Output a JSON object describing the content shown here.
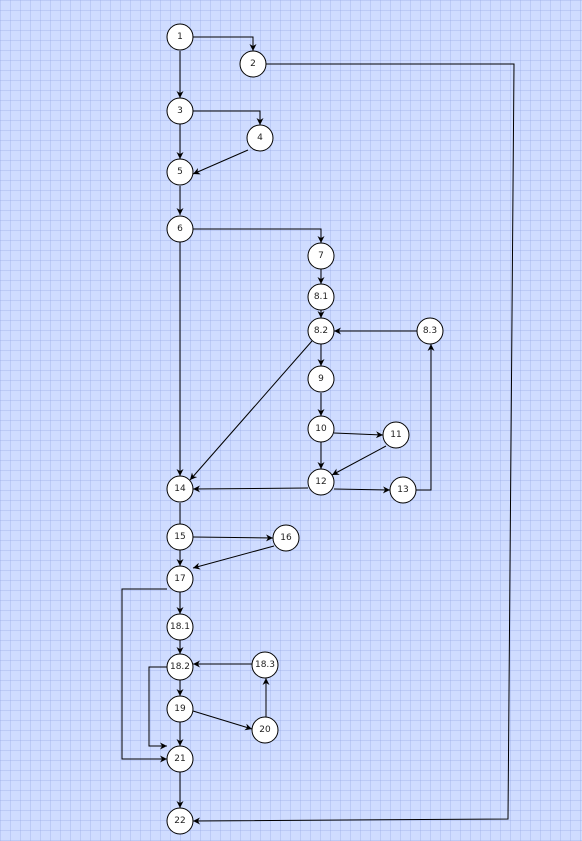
{
  "diagram": {
    "nodes": [
      {
        "id": "n1",
        "label": "1"
      },
      {
        "id": "n2",
        "label": "2"
      },
      {
        "id": "n3",
        "label": "3"
      },
      {
        "id": "n4",
        "label": "4"
      },
      {
        "id": "n5",
        "label": "5"
      },
      {
        "id": "n6",
        "label": "6"
      },
      {
        "id": "n7",
        "label": "7"
      },
      {
        "id": "n8_1",
        "label": "8.1"
      },
      {
        "id": "n8_2",
        "label": "8.2"
      },
      {
        "id": "n8_3",
        "label": "8.3"
      },
      {
        "id": "n9",
        "label": "9"
      },
      {
        "id": "n10",
        "label": "10"
      },
      {
        "id": "n11",
        "label": "11"
      },
      {
        "id": "n12",
        "label": "12"
      },
      {
        "id": "n13",
        "label": "13"
      },
      {
        "id": "n14",
        "label": "14"
      },
      {
        "id": "n15",
        "label": "15"
      },
      {
        "id": "n16",
        "label": "16"
      },
      {
        "id": "n17",
        "label": "17"
      },
      {
        "id": "n18_1",
        "label": "18.1"
      },
      {
        "id": "n18_2",
        "label": "18.2"
      },
      {
        "id": "n18_3",
        "label": "18.3"
      },
      {
        "id": "n19",
        "label": "19"
      },
      {
        "id": "n20",
        "label": "20"
      },
      {
        "id": "n21",
        "label": "21"
      },
      {
        "id": "n22",
        "label": "22"
      }
    ],
    "edges": [
      {
        "from": "1",
        "to": "2"
      },
      {
        "from": "1",
        "to": "3"
      },
      {
        "from": "2",
        "to": "22"
      },
      {
        "from": "3",
        "to": "4"
      },
      {
        "from": "3",
        "to": "5"
      },
      {
        "from": "4",
        "to": "5"
      },
      {
        "from": "5",
        "to": "6"
      },
      {
        "from": "6",
        "to": "7"
      },
      {
        "from": "6",
        "to": "14"
      },
      {
        "from": "7",
        "to": "8.1"
      },
      {
        "from": "8.1",
        "to": "8.2"
      },
      {
        "from": "8.2",
        "to": "9"
      },
      {
        "from": "8.2",
        "to": "14"
      },
      {
        "from": "8.3",
        "to": "8.2"
      },
      {
        "from": "9",
        "to": "10"
      },
      {
        "from": "10",
        "to": "11"
      },
      {
        "from": "10",
        "to": "12"
      },
      {
        "from": "11",
        "to": "12"
      },
      {
        "from": "12",
        "to": "13"
      },
      {
        "from": "12",
        "to": "14"
      },
      {
        "from": "13",
        "to": "8.3"
      },
      {
        "from": "14",
        "to": "15"
      },
      {
        "from": "15",
        "to": "16"
      },
      {
        "from": "15",
        "to": "17"
      },
      {
        "from": "16",
        "to": "17"
      },
      {
        "from": "17",
        "to": "18.1"
      },
      {
        "from": "17",
        "to": "21"
      },
      {
        "from": "18.1",
        "to": "18.2"
      },
      {
        "from": "18.2",
        "to": "19"
      },
      {
        "from": "18.2",
        "to": "21"
      },
      {
        "from": "18.3",
        "to": "18.2"
      },
      {
        "from": "19",
        "to": "20"
      },
      {
        "from": "19",
        "to": "21"
      },
      {
        "from": "20",
        "to": "18.3"
      },
      {
        "from": "21",
        "to": "22"
      }
    ]
  }
}
